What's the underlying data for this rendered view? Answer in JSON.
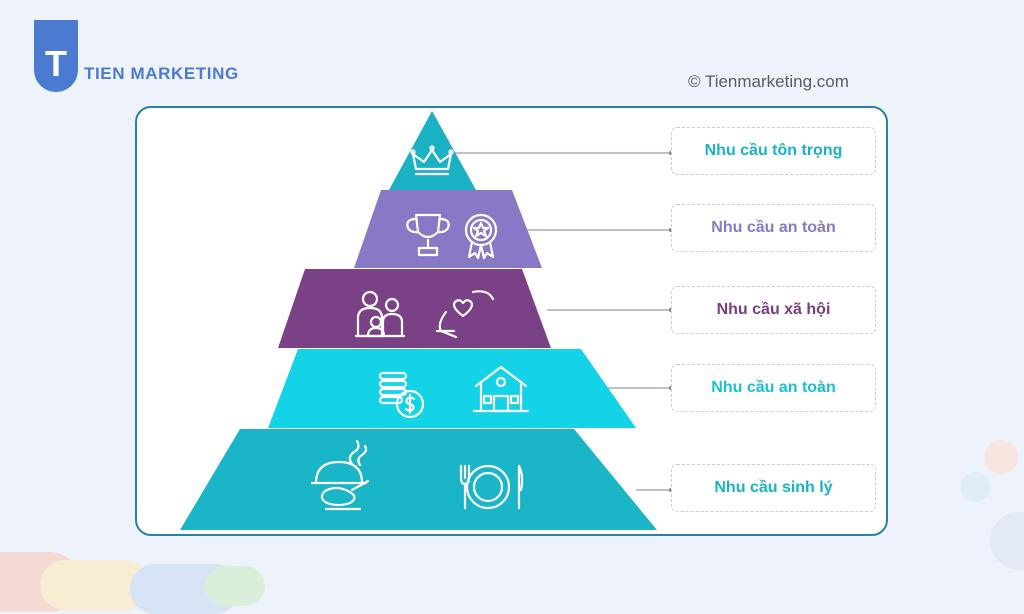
{
  "brand": {
    "letter": "T",
    "name": "TIEN MARKETING",
    "color": "#4a7bd0"
  },
  "copyright": "© Tienmarketing.com",
  "levels": [
    {
      "label": "Nhu cầu tôn trọng",
      "color": "#19b1c3",
      "label_color": "#1ab3c4",
      "icons": [
        "crown-icon"
      ]
    },
    {
      "label": "Nhu cầu an toàn",
      "color": "#8878c6",
      "label_color": "#8878c6",
      "icons": [
        "trophy-icon",
        "award-badge-icon"
      ]
    },
    {
      "label": "Nhu cầu xã hội",
      "color": "#7b4187",
      "label_color": "#7b3c86",
      "icons": [
        "family-icon",
        "hand-heart-icon"
      ]
    },
    {
      "label": "Nhu cầu an toàn",
      "color": "#14d3e6",
      "label_color": "#19bfd4",
      "icons": [
        "coins-icon",
        "house-icon"
      ]
    },
    {
      "label": "Nhu cầu sinh lý",
      "color": "#1ab5c6",
      "label_color": "#1ab3c4",
      "icons": [
        "roast-chicken-icon",
        "plate-cutlery-icon"
      ]
    }
  ]
}
